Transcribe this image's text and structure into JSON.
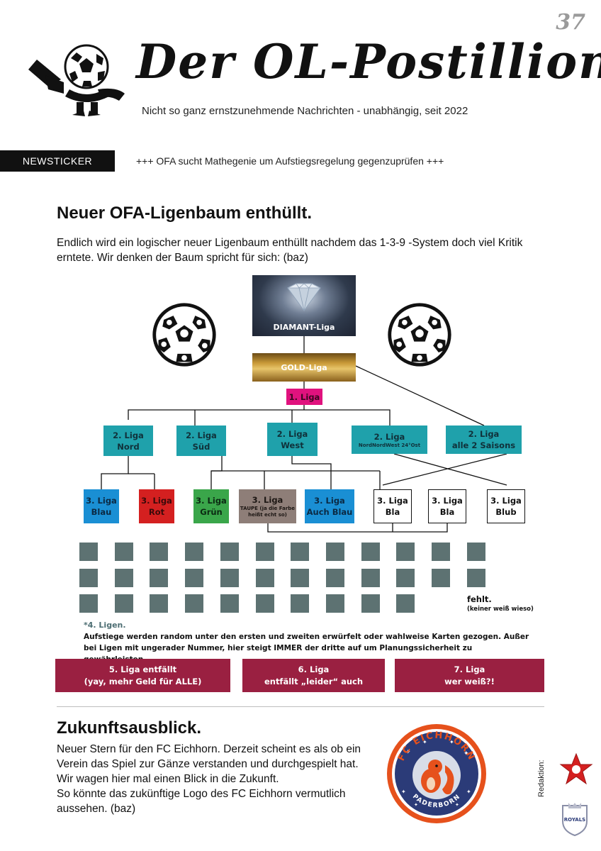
{
  "masthead": {
    "page_number": "37",
    "title": "Der OL-Postillion",
    "subtitle": "Nicht so ganz ernstzunehmende Nachrichten - unabhängig, seit 2022"
  },
  "newsticker": {
    "label": "NEWSTICKER",
    "text": "+++ OFA sucht Mathegenie um Aufstiegsregelung gegenzuprüfen +++"
  },
  "article": {
    "headline": "Neuer OFA-Ligenbaum enthüllt.",
    "intro": "Endlich wird ein logischer neuer Ligenbaum enthüllt nachdem das 1-3-9 -System doch viel Kritik erntete. Wir denken der Baum spricht für sich: (baz)"
  },
  "tree": {
    "diamant": "DIAMANT-Liga",
    "gold": "GOLD-Liga",
    "liga1": "1. Liga",
    "liga2": [
      {
        "l1": "2. Liga",
        "l2": "Nord"
      },
      {
        "l1": "2. Liga",
        "l2": "Süd"
      },
      {
        "l1": "2. Liga",
        "l2": "West"
      },
      {
        "l1": "2. Liga",
        "l2": "NordNordWest 24°Ost"
      },
      {
        "l1": "2. Liga",
        "l2": "alle 2 Saisons"
      }
    ],
    "liga3": [
      {
        "l1": "3. Liga",
        "l2": "Blau",
        "color": "#1a8fd4",
        "text_color": "#0b2a44"
      },
      {
        "l1": "3. Liga",
        "l2": "Rot",
        "color": "#d42020",
        "text_color": "#3a0a0a"
      },
      {
        "l1": "3. Liga",
        "l2": "Grün",
        "color": "#3aa64a",
        "text_color": "#0b2a12"
      },
      {
        "l1": "3. Liga",
        "l2": "TAUPE (ja die Farbe heißt echt so)",
        "color": "#8e7e78",
        "text_color": "#1d1714"
      },
      {
        "l1": "3. Liga",
        "l2": "Auch Blau",
        "color": "#1a8fd4",
        "text_color": "#0b2a44"
      },
      {
        "l1": "3. Liga",
        "l2": "Bla",
        "color": "#ffffff",
        "text_color": "#111111"
      },
      {
        "l1": "3. Liga",
        "l2": "Bla",
        "color": "#ffffff",
        "text_color": "#111111"
      },
      {
        "l1": "3. Liga",
        "l2": "Blub",
        "color": "#ffffff",
        "text_color": "#111111"
      }
    ],
    "liga4_grid": {
      "rows": 3,
      "cols": 12,
      "missing": 2,
      "color": "#5d7272"
    },
    "missing_label": "fehlt.",
    "missing_note": "(keiner weiß wieso)"
  },
  "footnote": {
    "title": "*4. Ligen.",
    "text": "Aufstiege werden random unter den ersten und zweiten erwürfelt oder wahlweise Karten gezogen. Außer bei Ligen mit ungerader Nummer, hier steigt IMMER der dritte auf um Planungssicherheit zu gewährleisten."
  },
  "lower_leagues": [
    {
      "l1": "5. Liga entfällt",
      "l2": "(yay, mehr Geld für ALLE)"
    },
    {
      "l1": "6. Liga",
      "l2": "entfällt „leider“ auch"
    },
    {
      "l1": "7. Liga",
      "l2": "wer weiß?!"
    }
  ],
  "outlook": {
    "headline": "Zukunftsausblick.",
    "lines": [
      "Neuer Stern für den FC Eichhorn. Derzeit scheint es als ob ein",
      "Verein das Spiel zur Gänze verstanden und durchgespielt hat.",
      "Wir wagen hier mal einen Blick in die Zukunft.",
      "So könnte das zukünftige Logo des FC Eichhorn vermutlich",
      "aussehen. (baz)"
    ],
    "badge_top": "FC EICHHORN",
    "badge_bottom": "PADERBORN"
  },
  "credits": {
    "label": "Redaktion:",
    "royals": "ROYALS"
  },
  "colors": {
    "teal": "#1fa1ab",
    "magenta": "#e0127e",
    "crimson": "#9a2041",
    "grey_square": "#5d7272"
  }
}
